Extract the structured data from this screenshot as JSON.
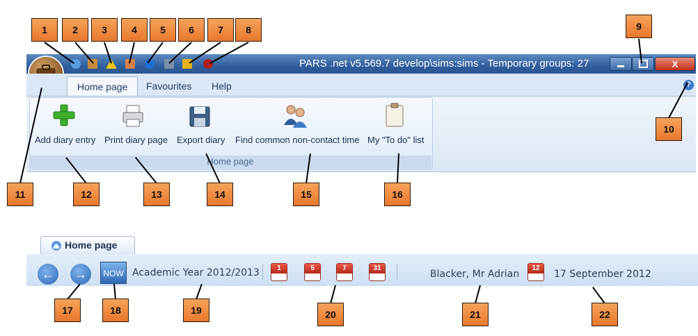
{
  "window": {
    "title": "PARS .net v5.569.7  develop\\sims:sims - Temporary groups: 27",
    "min_icon": "minimize-icon",
    "restore_icon": "restore-icon",
    "close_label": "X"
  },
  "quick_access": [
    {
      "icon": "home-icon",
      "color": "#5a9ee0"
    },
    {
      "icon": "book-icon",
      "color": "#c98c3c"
    },
    {
      "icon": "warning-icon",
      "color": "#f2c618"
    },
    {
      "icon": "user-icon",
      "color": "#d9804a"
    },
    {
      "icon": "info-icon",
      "color": "#1f6fd1"
    },
    {
      "icon": "print-icon",
      "color": "#7c8fa8"
    },
    {
      "icon": "lock-icon",
      "color": "#e6b21e"
    },
    {
      "icon": "bug-icon",
      "color": "#b0201a"
    }
  ],
  "tabs": [
    "Home page",
    "Favourites",
    "Help"
  ],
  "ribbon": {
    "buttons": [
      {
        "label": "Add diary entry",
        "icon": "add-icon"
      },
      {
        "label": "Print diary page",
        "icon": "printer-icon"
      },
      {
        "label": "Export diary",
        "icon": "save-icon"
      },
      {
        "label": "Find common non-contact time",
        "icon": "people-icon"
      },
      {
        "label": "My \"To do\" list",
        "icon": "clipboard-icon"
      }
    ],
    "group_label": "Home page"
  },
  "document_tab": "Home page",
  "navbar": {
    "now_label": "NOW",
    "academic_year": "Academic Year 2012/2013",
    "view_days": [
      "1",
      "5",
      "7",
      "31"
    ],
    "user": "Blacker, Mr Adrian",
    "calendar_day": "12",
    "date": "17 September 2012"
  },
  "callouts": [
    "1",
    "2",
    "3",
    "4",
    "5",
    "6",
    "7",
    "8",
    "9",
    "10",
    "11",
    "12",
    "13",
    "14",
    "15",
    "16",
    "17",
    "18",
    "19",
    "20",
    "21",
    "22"
  ],
  "colors": {
    "titlebar": "#2f5f9d",
    "ribbon_bg": "#dbe7f4",
    "callout_fill": "#ef8f42",
    "accent_text": "#1f3a62"
  }
}
